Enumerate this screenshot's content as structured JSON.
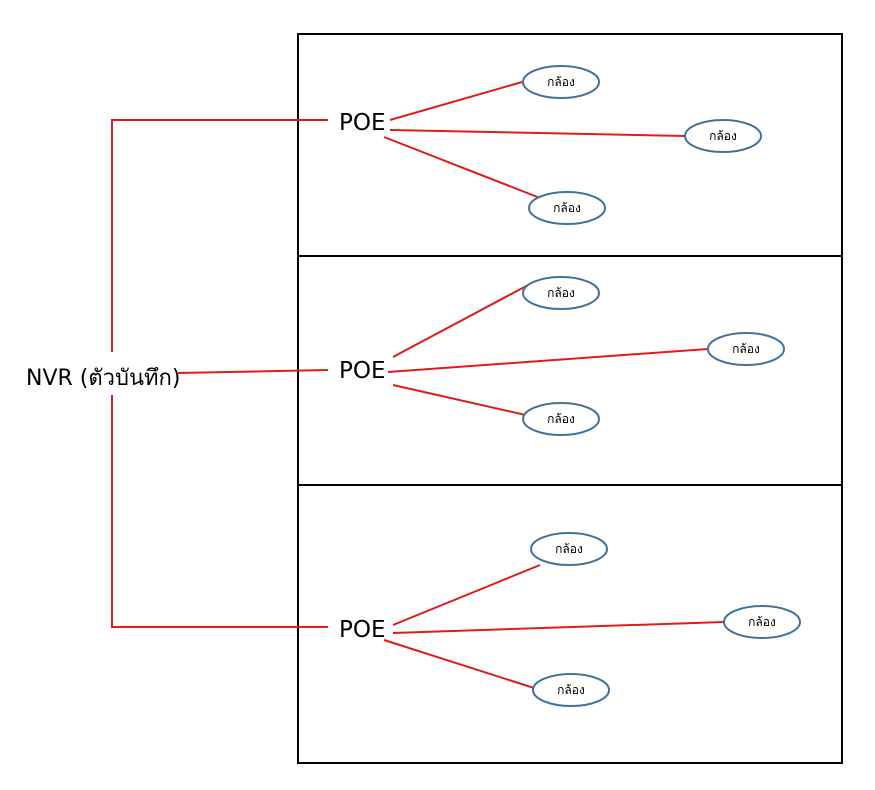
{
  "nvr": {
    "label": "NVR (ตัวบันทึก)"
  },
  "sections": [
    {
      "poe_label": "POE",
      "cameras": [
        {
          "label": "กล้อง"
        },
        {
          "label": "กล้อง"
        },
        {
          "label": "กล้อง"
        }
      ]
    },
    {
      "poe_label": "POE",
      "cameras": [
        {
          "label": "กล้อง"
        },
        {
          "label": "กล้อง"
        },
        {
          "label": "กล้อง"
        }
      ]
    },
    {
      "poe_label": "POE",
      "cameras": [
        {
          "label": "กล้อง"
        },
        {
          "label": "กล้อง"
        },
        {
          "label": "กล้อง"
        }
      ]
    }
  ],
  "colors": {
    "link": "#e01b1b",
    "camera_outline": "#41719c",
    "frame": "#000000"
  }
}
